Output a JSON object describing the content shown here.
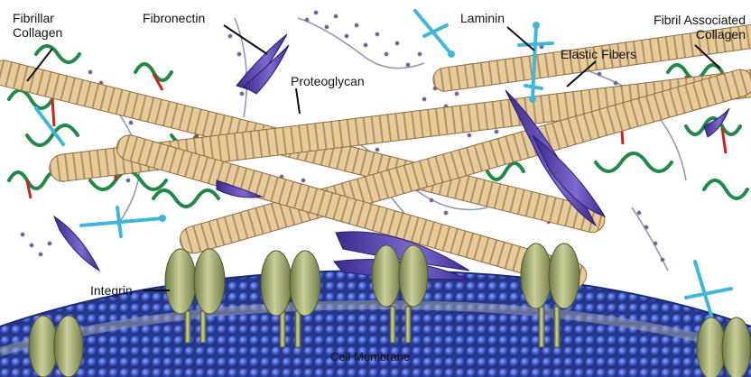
{
  "labels": {
    "fibrillar_collagen_line1": "Fibrillar",
    "fibrillar_collagen_line2": "Collagen",
    "fibronectin": "Fibronectin",
    "proteoglycan": "Proteoglycan",
    "laminin": "Laminin",
    "elastic_fibers": "Elastic Fibers",
    "fibril_associated_line1": "Fibril Associated",
    "fibril_associated_line2": "Collagen",
    "integrin": "Integrin",
    "cell_membrane": "Cell Membrane"
  },
  "colors": {
    "collagen": "#e3c898",
    "collagen_stripe": "#b79263",
    "elastic": "#1f8a45",
    "crosslink": "#d22020",
    "proteoglycan": "#7a6a9a",
    "fibronectin": "#6a52b8",
    "laminin": "#3fb7d8",
    "integrin": "#a9b07a",
    "membrane": "#3f5fbd",
    "membrane_dark": "#23328a"
  }
}
